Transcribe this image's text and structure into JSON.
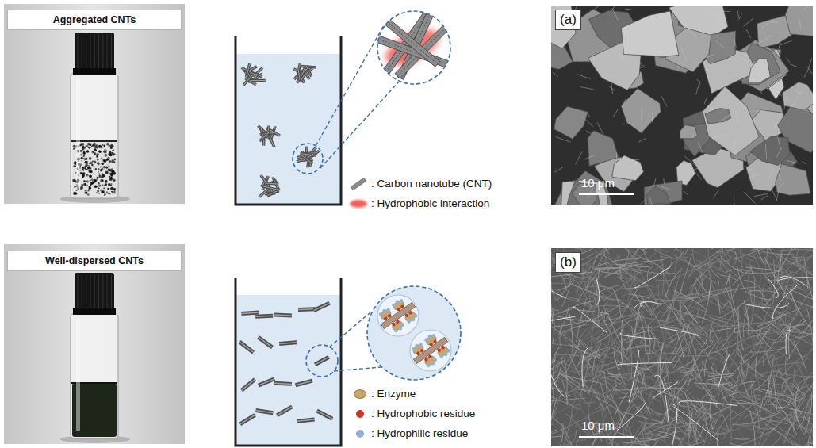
{
  "diagram": {
    "nodes": [
      {
        "text": [
          "Aggregated CNTs"
        ]
      },
      {
        "text": [
          "Well-dispersed CNTs"
        ]
      },
      {
        "text": [
          "(a)"
        ]
      },
      {
        "text": [
          "(b)"
        ]
      }
    ],
    "labels": [
      "10 μm",
      "10 μm"
    ],
    "legend": [
      {
        "text": ": Carbon nanotube (CNT)"
      },
      {
        "text": ": Hydrophobic interaction",
        "color": "#f0605a"
      },
      {
        "text": ": Enzyme",
        "color": "#c8a76a"
      },
      {
        "text": ": Hydrophobic residue",
        "color": "#c0392b"
      },
      {
        "text": ": Hydrophilic residue",
        "color": "#8fb3d8"
      }
    ]
  }
}
